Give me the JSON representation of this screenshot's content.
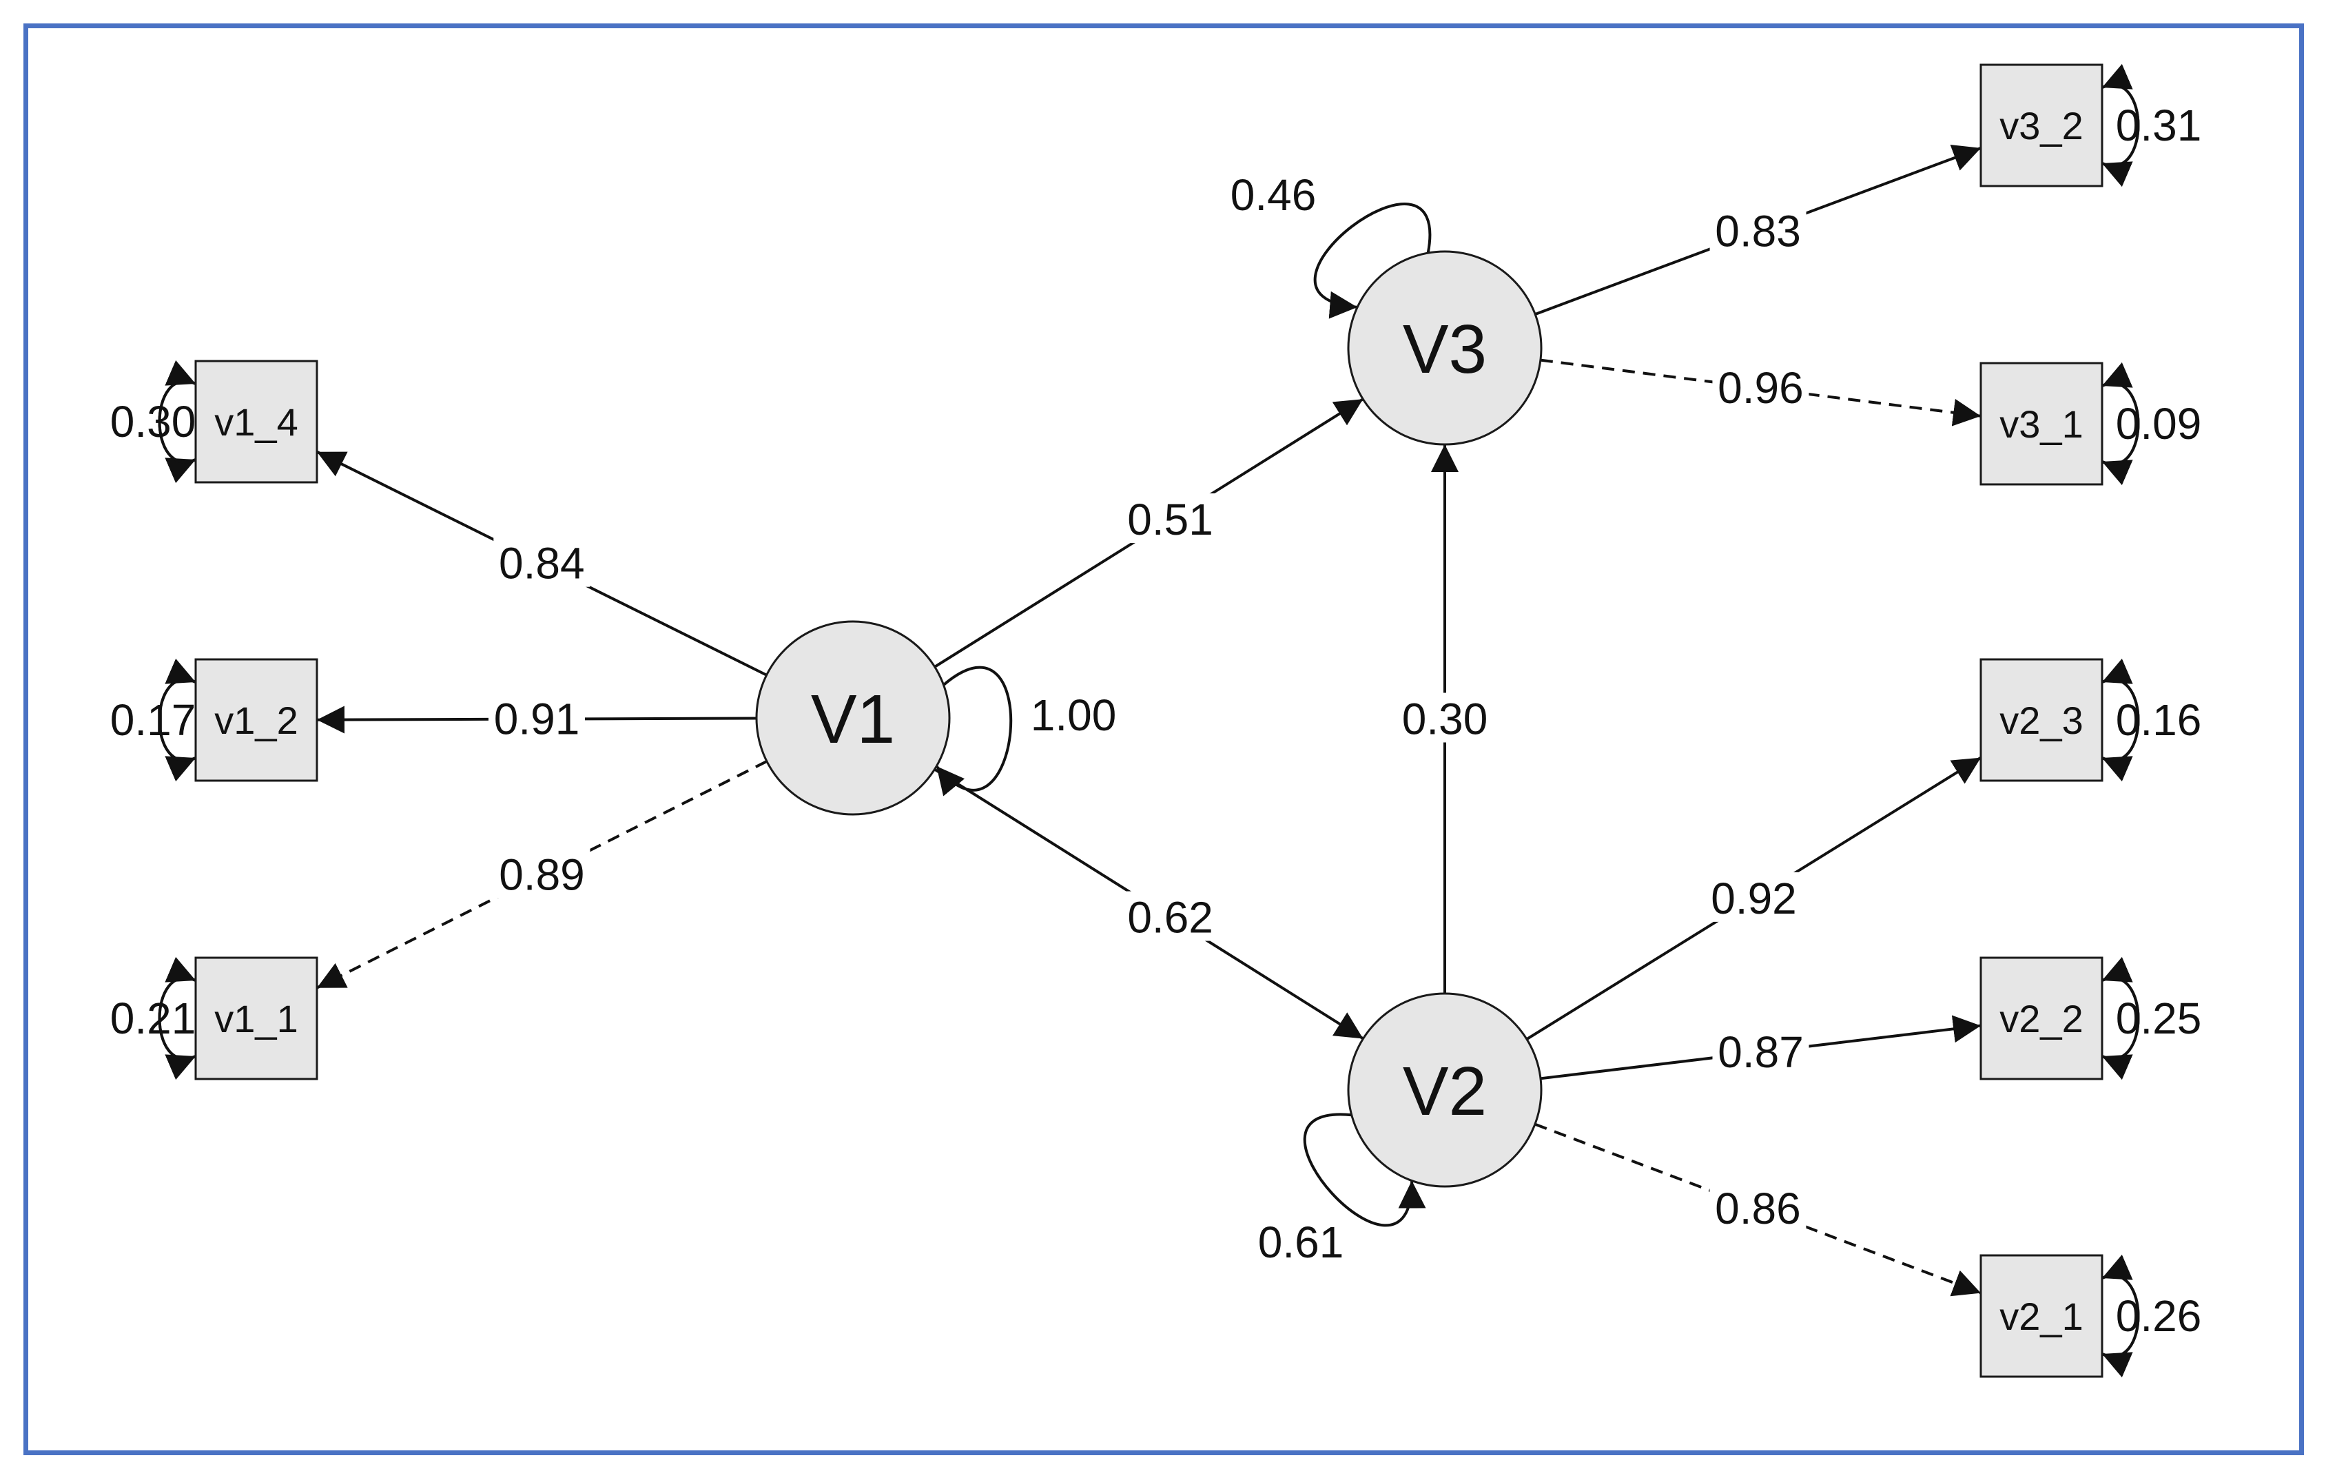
{
  "latents": [
    {
      "id": "V1",
      "label": "V1",
      "variance": "1.00"
    },
    {
      "id": "V3",
      "label": "V3",
      "variance": "0.46"
    },
    {
      "id": "V2",
      "label": "V2",
      "variance": "0.61"
    }
  ],
  "indicators": [
    {
      "id": "v1_4",
      "label": "v1_4",
      "variance": "0.30"
    },
    {
      "id": "v1_2",
      "label": "v1_2",
      "variance": "0.17"
    },
    {
      "id": "v1_1",
      "label": "v1_1",
      "variance": "0.21"
    },
    {
      "id": "v3_2",
      "label": "v3_2",
      "variance": "0.31"
    },
    {
      "id": "v3_1",
      "label": "v3_1",
      "variance": "0.09"
    },
    {
      "id": "v2_3",
      "label": "v2_3",
      "variance": "0.16"
    },
    {
      "id": "v2_2",
      "label": "v2_2",
      "variance": "0.25"
    },
    {
      "id": "v2_1",
      "label": "v2_1",
      "variance": "0.26"
    }
  ],
  "paths": [
    {
      "from": "V1",
      "to": "v1_4",
      "coef": "0.84",
      "style": "solid"
    },
    {
      "from": "V1",
      "to": "v1_2",
      "coef": "0.91",
      "style": "solid"
    },
    {
      "from": "V1",
      "to": "v1_1",
      "coef": "0.89",
      "style": "dashed"
    },
    {
      "from": "V1",
      "to": "V3",
      "coef": "0.51",
      "style": "solid"
    },
    {
      "from": "V1",
      "to": "V2",
      "coef": "0.62",
      "style": "solid"
    },
    {
      "from": "V2",
      "to": "V3",
      "coef": "0.30",
      "style": "solid"
    },
    {
      "from": "V3",
      "to": "v3_2",
      "coef": "0.83",
      "style": "solid"
    },
    {
      "from": "V3",
      "to": "v3_1",
      "coef": "0.96",
      "style": "dashed"
    },
    {
      "from": "V2",
      "to": "v2_3",
      "coef": "0.92",
      "style": "solid"
    },
    {
      "from": "V2",
      "to": "v2_2",
      "coef": "0.87",
      "style": "solid"
    },
    {
      "from": "V2",
      "to": "v2_1",
      "coef": "0.86",
      "style": "dashed"
    }
  ],
  "colors": {
    "frame": "#4a72c4",
    "node_fill": "#e6e6e6",
    "stroke": "#111111"
  }
}
